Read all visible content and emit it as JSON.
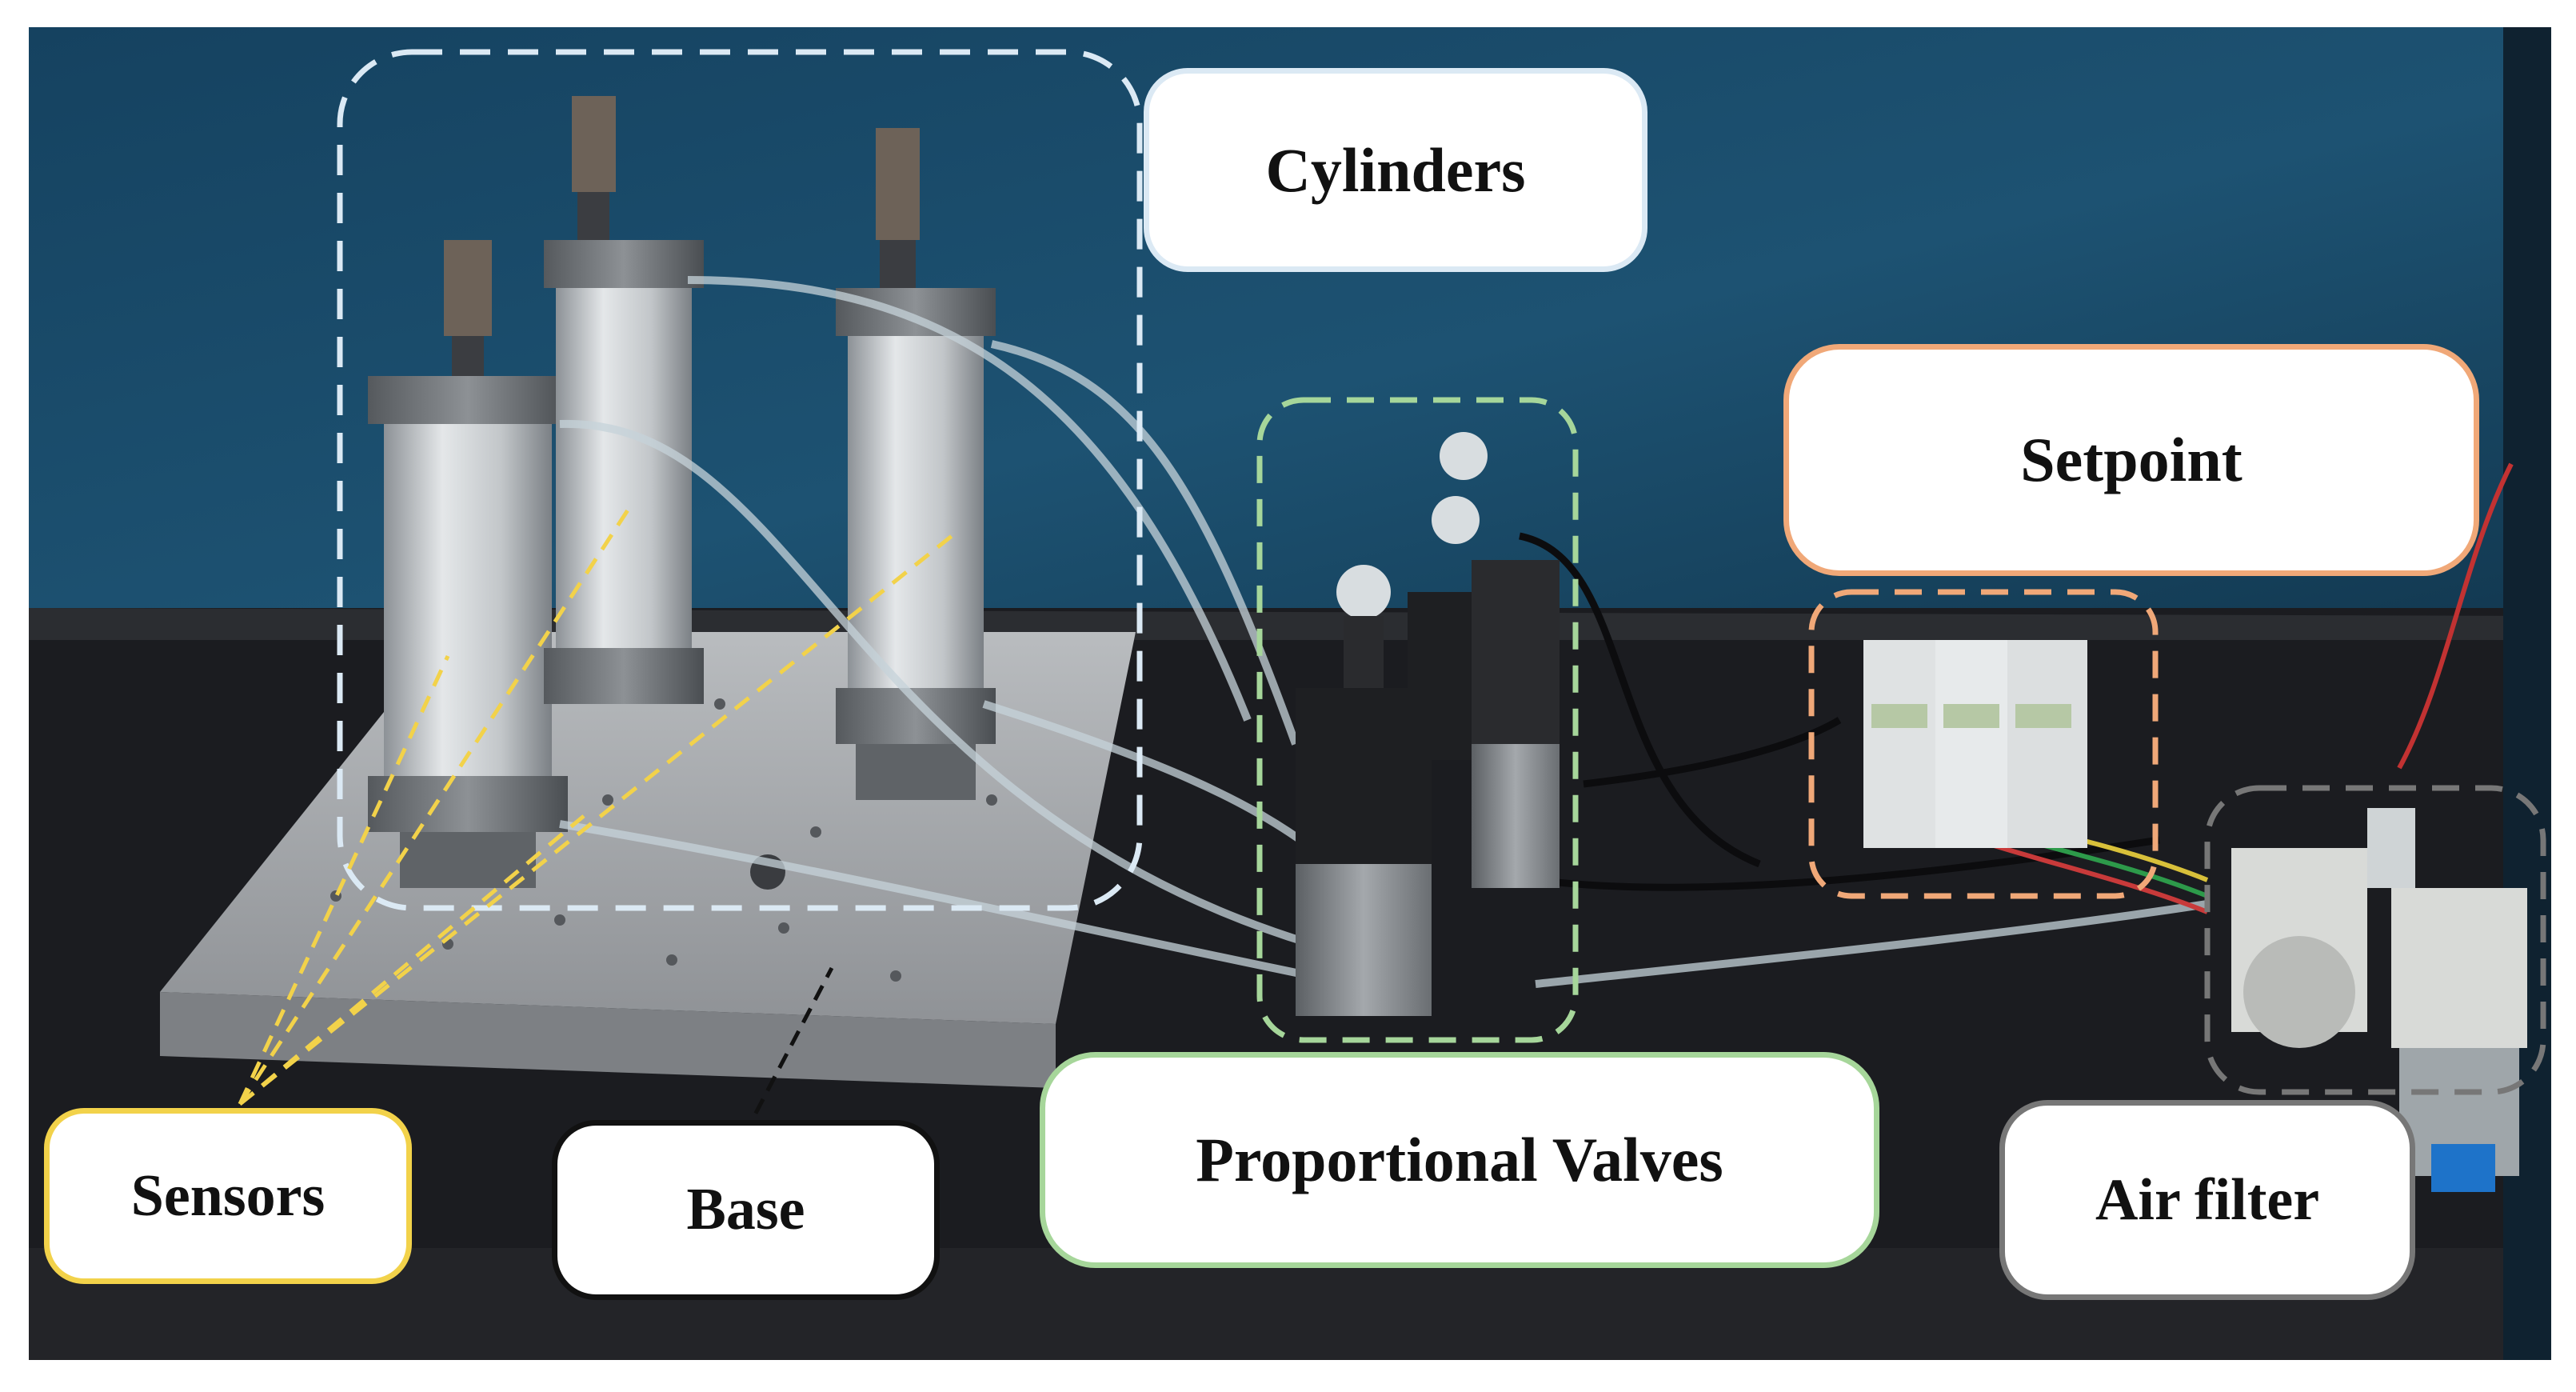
{
  "labels": {
    "cylinders": "Cylinders",
    "setpoint": "Setpoint",
    "sensors": "Sensors",
    "base": "Base",
    "proportional_valves": "Proportional Valves",
    "air_filter": "Air filter"
  },
  "colors": {
    "wall": "#1a4a68",
    "table": "#1b1c20",
    "plate": "#a9acaf",
    "cylinders": "#dbe9f4",
    "setpoint": "#f0a878",
    "sensors": "#f2d24a",
    "base": "#111111",
    "proportional_valves": "#a6d69a",
    "air_filter": "#777777"
  }
}
